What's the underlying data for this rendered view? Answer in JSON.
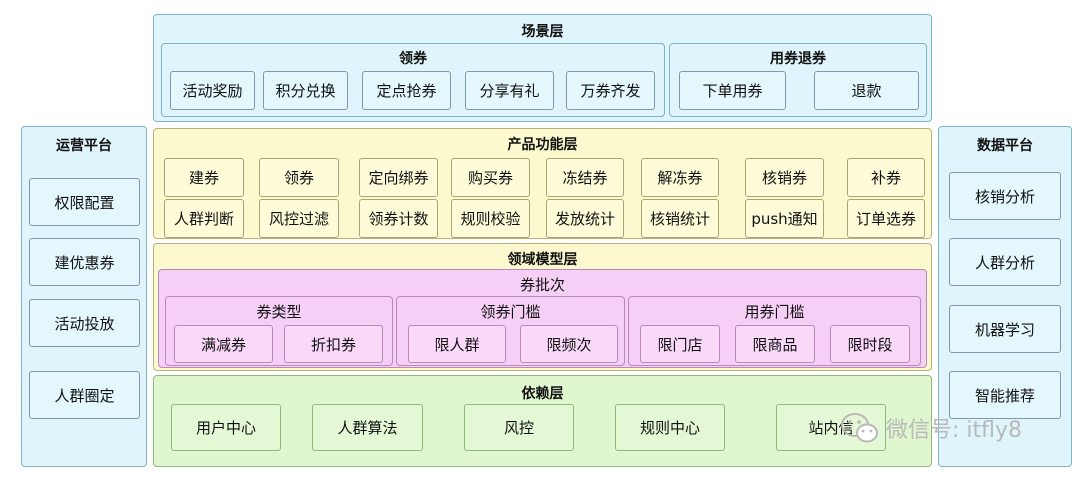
{
  "scene_layer": {
    "title": "场景层",
    "claim": {
      "title": "领券",
      "items": [
        "活动奖励",
        "积分兑换",
        "定点抢券",
        "分享有礼",
        "万券齐发"
      ]
    },
    "use_refund": {
      "title": "用券退券",
      "items": [
        "下单用券",
        "退款"
      ]
    }
  },
  "ops_platform": {
    "title": "运营平台",
    "items": [
      "权限配置",
      "建优惠券",
      "活动投放",
      "人群圈定"
    ]
  },
  "data_platform": {
    "title": "数据平台",
    "items": [
      "核销分析",
      "人群分析",
      "机器学习",
      "智能推荐"
    ]
  },
  "product_layer": {
    "title": "产品功能层",
    "row1": [
      "建券",
      "领券",
      "定向绑券",
      "购买券",
      "冻结券",
      "解冻券",
      "核销券",
      "补券"
    ],
    "row2": [
      "人群判断",
      "风控过滤",
      "领券计数",
      "规则校验",
      "发放统计",
      "核销统计",
      "push通知",
      "订单选券"
    ]
  },
  "domain_layer": {
    "title": "领域模型层",
    "batch": {
      "title": "券批次",
      "type": {
        "title": "券类型",
        "items": [
          "满减券",
          "折扣券"
        ]
      },
      "claim_threshold": {
        "title": "领券门槛",
        "items": [
          "限人群",
          "限频次"
        ]
      },
      "use_threshold": {
        "title": "用券门槛",
        "items": [
          "限门店",
          "限商品",
          "限时段"
        ]
      }
    }
  },
  "dependency_layer": {
    "title": "依赖层",
    "items": [
      "用户中心",
      "人群算法",
      "风控",
      "规则中心",
      "站内信"
    ]
  },
  "watermark": {
    "text": "微信号: itfly8",
    "icon": "wechat-icon"
  }
}
